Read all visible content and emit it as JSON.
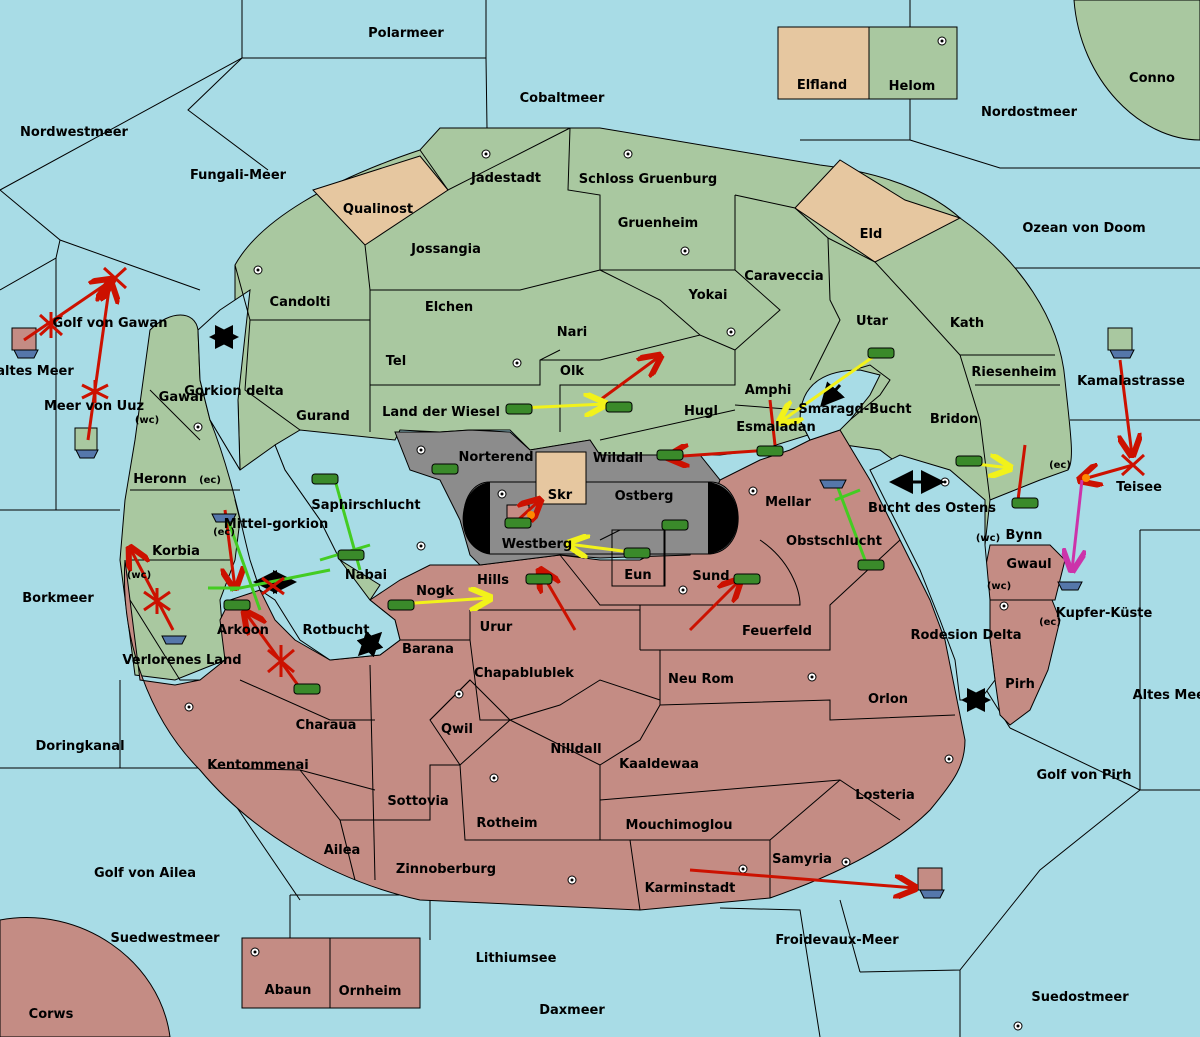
{
  "colors": {
    "sea": "#a8dce6",
    "green_power": "#a9c8a0",
    "red_power": "#c48c84",
    "neutral": "#e6c7a0",
    "impassable": "#8c8c8c",
    "move_red": "#cc1100",
    "move_yellow": "#f2f21a",
    "support_green": "#44cc22",
    "convoy_magenta": "#cc33aa"
  },
  "seas": {
    "polarmeer": "Polarmeer",
    "cobaltmeer": "Cobaltmeer",
    "nordwestmeer": "Nordwestmeer",
    "fungali": "Fungali-Meer",
    "nordostmeer": "Nordostmeer",
    "ozean_doom": "Ozean von Doom",
    "golf_gawan": "Golf von Gawan",
    "kaltes_meer": "Kaltes Meer",
    "meer_uuz": "Meer von Uuz",
    "kamalastrasse": "Kamalastrasse",
    "gorkion_delta": "Gorkion delta",
    "mittelgorkion": "Mittel-gorkion",
    "borkmeer": "Borkmeer",
    "doringkanal": "Doringkanal",
    "golf_ailea": "Golf von Ailea",
    "suedwestmeer": "Suedwestmeer",
    "lithiumsee": "Lithiumsee",
    "daxmeer": "Daxmeer",
    "froidevaux": "Froidevaux-Meer",
    "suedostmeer": "Suedostmeer",
    "golf_pirh": "Golf von Pirh",
    "altes_meer": "Altes Meer",
    "kupferkueste": "Kupfer-Küste",
    "rodesion_delta": "Rodesion Delta",
    "bucht_ostens": "Bucht des Ostens",
    "smaragd_bucht": "Smaragd-Bucht",
    "rotbucht": "Rotbucht"
  },
  "provinces": {
    "elfland": "Elfland",
    "helom": "Helom",
    "conno": "Conno",
    "qualinost": "Qualinost",
    "jadestadt": "Jadestadt",
    "schloss_gruenburg": "Schloss Gruenburg",
    "gruenheim": "Gruenheim",
    "eld": "Eld",
    "jossangia": "Jossangia",
    "candolti": "Candolti",
    "elchen": "Elchen",
    "caraveccia": "Caraveccia",
    "yokai": "Yokai",
    "nari": "Nari",
    "olk": "Olk",
    "tel": "Tel",
    "utar": "Utar",
    "kath": "Kath",
    "riesenheim": "Riesenheim",
    "amphi": "Amphi",
    "esmaladan": "Esmaladan",
    "land_der_wiesel": "Land der Wiesel",
    "hugl": "Hugl",
    "gurand": "Gurand",
    "gawar": "Gawar",
    "heronn": "Heronn",
    "korbia": "Korbia",
    "bridon": "Bridon",
    "norterend": "Norterend",
    "wildall": "Wildall",
    "skr": "Skr",
    "ostberg": "Ostberg",
    "saphirschlucht": "Saphirschlucht",
    "westberg": "Westberg",
    "eun": "Eun",
    "mellar": "Mellar",
    "obstschlucht": "Obstschlucht",
    "nabai": "Nabai",
    "arkoon": "Arkoon",
    "hills": "Hills",
    "nogk": "Nogk",
    "sund": "Sund",
    "bynn": "Bynn",
    "gwaul": "Gwaul",
    "teisee": "Teisee",
    "verlorenes_land": "Verlorenes Land",
    "urur": "Urur",
    "barana": "Barana",
    "feuerfeld": "Feuerfeld",
    "chapablublek": "Chapablublek",
    "neu_rom": "Neu Rom",
    "orlon": "Orlon",
    "pirh": "Pirh",
    "charaua": "Charaua",
    "qwil": "Qwil",
    "nilldall": "Nilldall",
    "kaaldewaa": "Kaaldewaa",
    "kentommenai": "Kentommenai",
    "sottovia": "Sottovia",
    "rotheim": "Rotheim",
    "mouchimoglou": "Mouchimoglou",
    "losteria": "Losteria",
    "ailea": "Ailea",
    "zinnoberburg": "Zinnoberburg",
    "samyria": "Samyria",
    "karminstadt": "Karminstadt",
    "abaun": "Abaun",
    "ornheim": "Ornheim",
    "corws": "Corws"
  },
  "coast_tags": {
    "wc": "(wc)",
    "ec": "(ec)"
  },
  "icons": [
    "army-tank-icon",
    "fleet-ship-icon",
    "supply-center-icon",
    "canal-arrow-icon",
    "failed-order-x-icon",
    "battle-burst-icon"
  ]
}
